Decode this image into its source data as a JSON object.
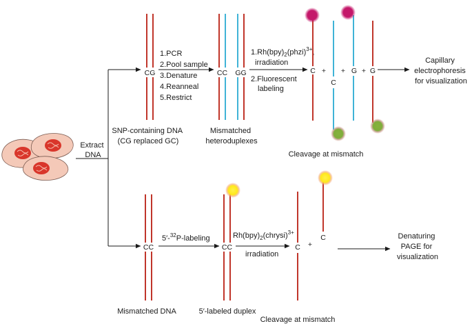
{
  "top": {
    "step1_bases": "CG",
    "step1_list": [
      "1.PCR",
      "2.Pool sample",
      "3.Denature",
      "4.Reanneal",
      "5.Restrict"
    ],
    "step1_caption": [
      "SNP-containing DNA",
      "(CG replaced GC)"
    ],
    "step2_bases_left": "CC",
    "step2_bases_right": "GG",
    "step2_caption": [
      "Mismatched",
      "heteroduplexes"
    ],
    "step3_list": [
      "2.Fluorescent",
      "labeling"
    ],
    "step3_irradiation": "irradiation",
    "reagent_top": {
      "prefix": "1.Rh(bpy)",
      "sub": "2",
      "mid": "(phzi)",
      "sup": "3+",
      "suffix": ","
    },
    "fragments": {
      "c1": "C",
      "plus1": "+",
      "c2": "C",
      "plus2": "+",
      "g1": "G",
      "plus3": "+",
      "g2": "G"
    },
    "cleavage_label": "Cleavage at mismatch",
    "result": [
      "Capillary",
      "electrophoresis",
      "for visualization"
    ]
  },
  "source": {
    "label": [
      "Extract",
      "DNA"
    ]
  },
  "bottom": {
    "step1_bases": "CC",
    "step1_caption": "Mismatched DNA",
    "label_step": {
      "prefix": "5′-",
      "sup": "32",
      "suffix": "P-labeling"
    },
    "step2_bases": "CC",
    "step2_caption": "5′-labeled duplex",
    "reagent": {
      "prefix": "Rh(bpy)",
      "sub": "2",
      "mid": "(chrysi)",
      "sup": "3+"
    },
    "irradiation": "irradiation",
    "fragments": {
      "c1": "C",
      "plus": "+",
      "c2": "C"
    },
    "cleavage_label": "Cleavage at mismatch",
    "result": [
      "Denaturing",
      "PAGE for",
      "visualization"
    ]
  },
  "colors": {
    "strand_red": "#c0352a",
    "strand_blue": "#3fb3d6",
    "label_magenta": "#c4186a",
    "label_green": "#7fad3a",
    "label_yellow": "#ffe81a",
    "cell_fill": "#f4c9b8",
    "nucleus": "#d9362b"
  }
}
